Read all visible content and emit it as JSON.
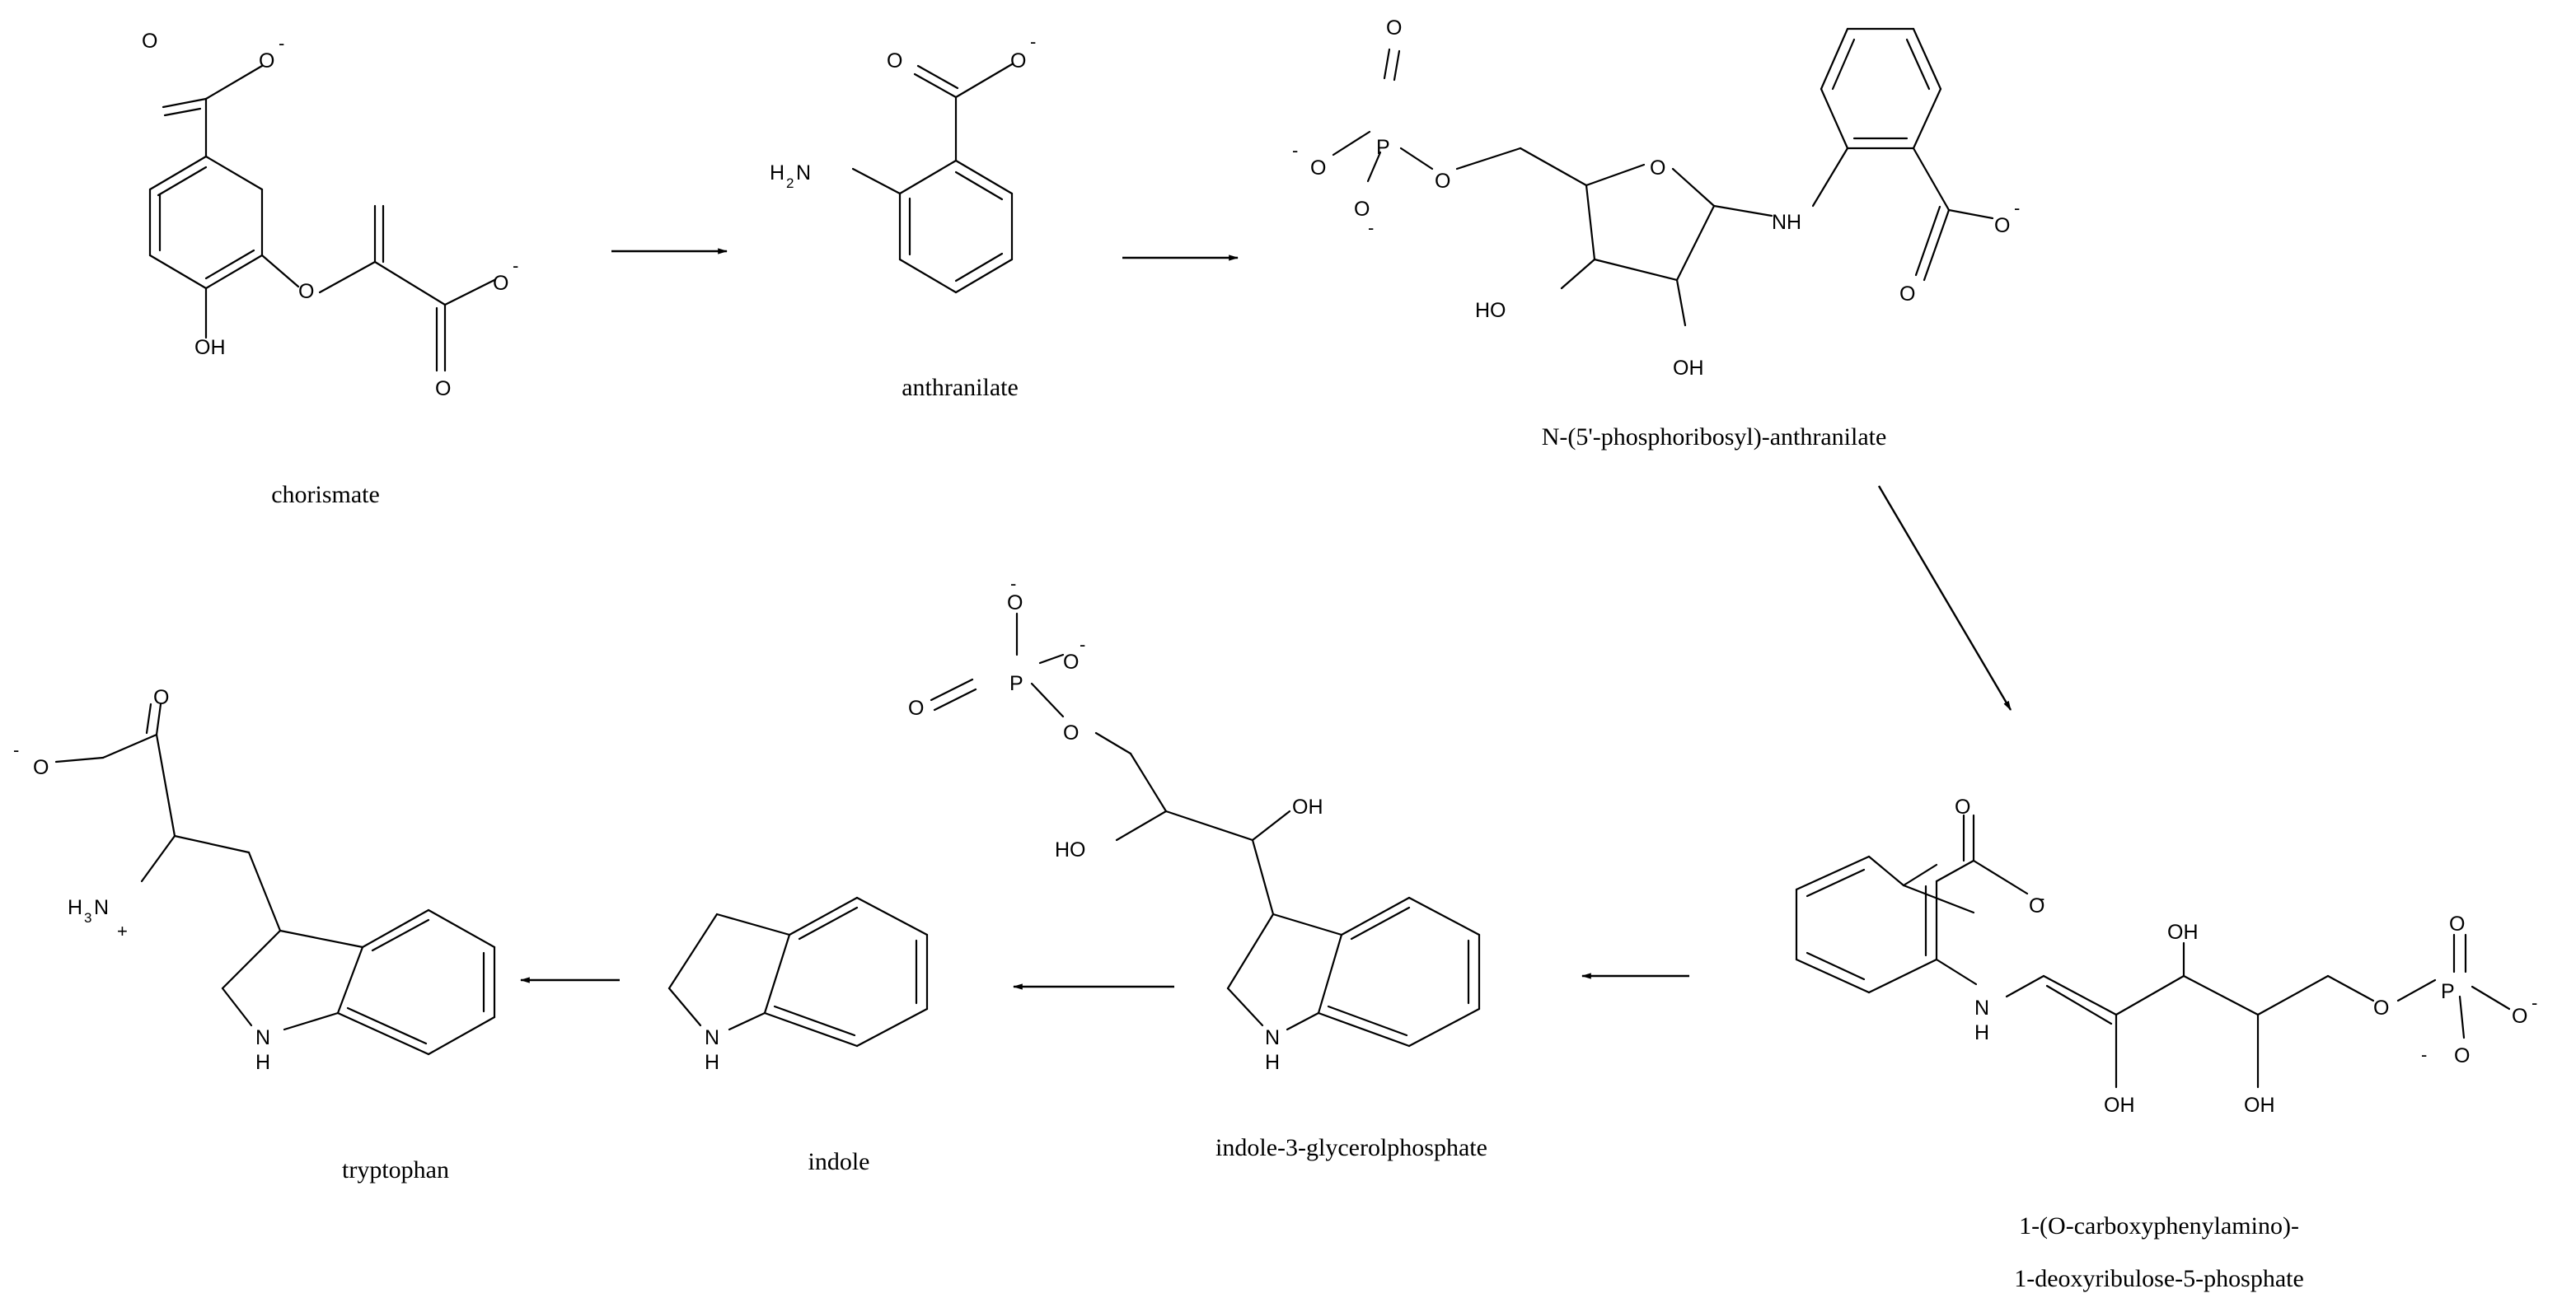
{
  "diagram": {
    "type": "biochemical-pathway",
    "compounds": [
      {
        "id": "chorismate",
        "name": "chorismate"
      },
      {
        "id": "anthranilate",
        "name": "anthranilate"
      },
      {
        "id": "pra",
        "name": "N-(5'-phosphoribosyl)-anthranilate"
      },
      {
        "id": "cdrp",
        "name": "1-(O-carboxyphenylamino)-",
        "name_line2": "1-deoxyribulose-5-phosphate"
      },
      {
        "id": "igp",
        "name": "indole-3-glycerolphosphate"
      },
      {
        "id": "indole",
        "name": "indole"
      },
      {
        "id": "tryptophan",
        "name": "tryptophan"
      }
    ],
    "reactions": [
      {
        "from": "chorismate",
        "to": "anthranilate"
      },
      {
        "from": "anthranilate",
        "to": "pra"
      },
      {
        "from": "pra",
        "to": "cdrp"
      },
      {
        "from": "cdrp",
        "to": "igp"
      },
      {
        "from": "igp",
        "to": "indole"
      },
      {
        "from": "indole",
        "to": "tryptophan"
      }
    ],
    "atom_labels": {
      "O": "O",
      "OH": "OH",
      "HO": "HO",
      "P": "P",
      "NH": "NH",
      "N": "N",
      "H": "H",
      "H2N_H": "H",
      "H2N_2": "2",
      "H2N_N": "N",
      "H3N_H": "H",
      "H3N_3": "3",
      "H3N_N": "N",
      "neg": "-",
      "pos": "+"
    }
  }
}
